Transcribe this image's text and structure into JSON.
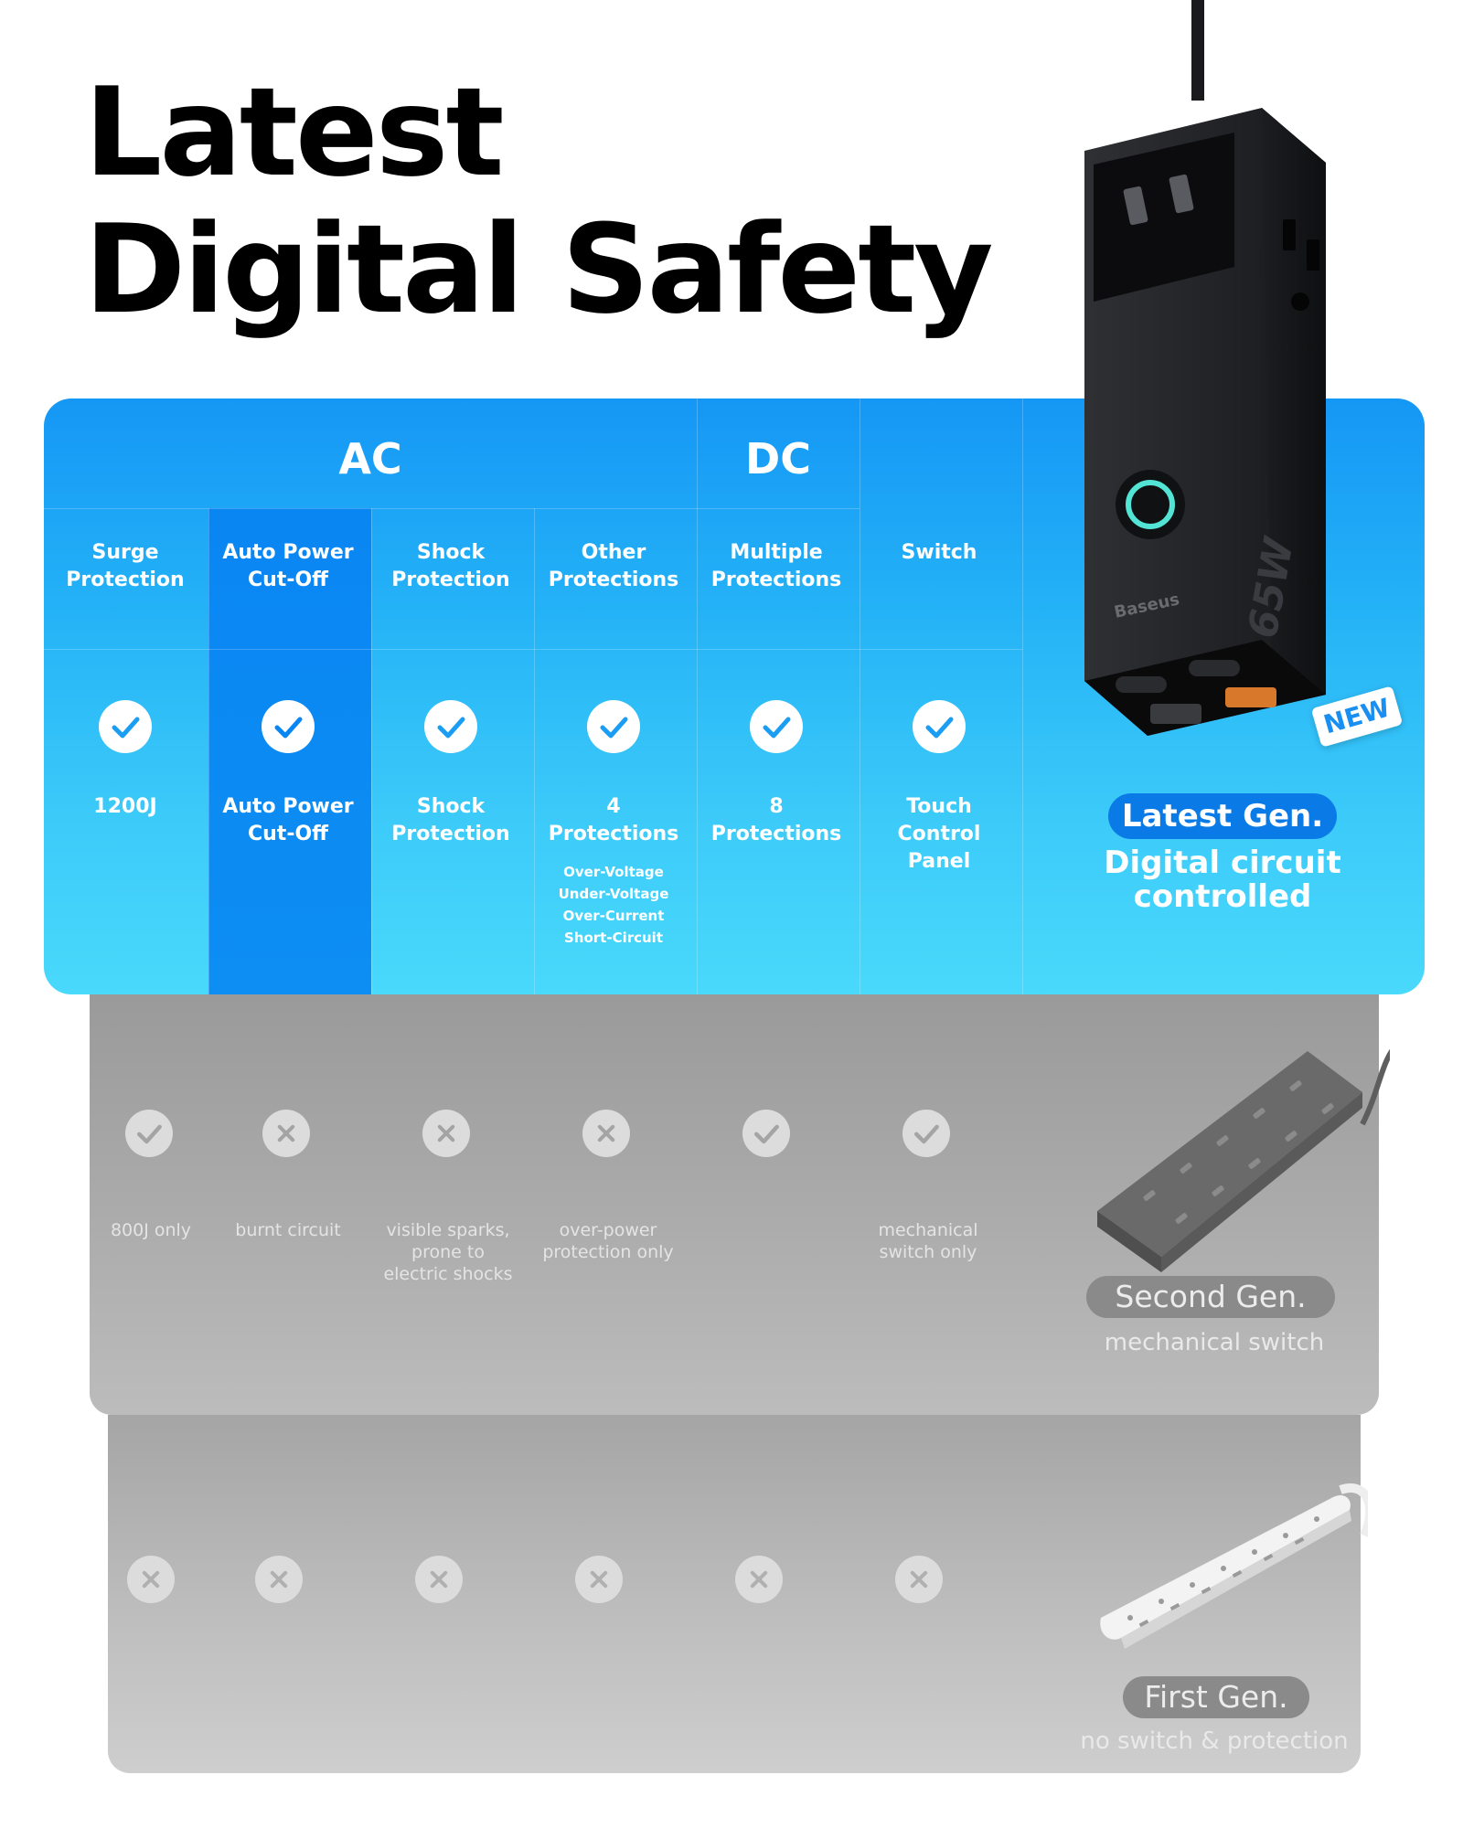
{
  "headline": {
    "line1": "Latest",
    "line2": "Digital Safety"
  },
  "groups": {
    "ac": "AC",
    "dc": "DC"
  },
  "columns": [
    {
      "header": [
        "Surge",
        "Protection"
      ],
      "value": [
        "1200J"
      ]
    },
    {
      "header": [
        "Auto Power",
        "Cut-Off"
      ],
      "value": [
        "Auto Power",
        "Cut-Off"
      ]
    },
    {
      "header": [
        "Shock",
        "Protection"
      ],
      "value": [
        "Shock",
        "Protection"
      ]
    },
    {
      "header": [
        "Other",
        "Protections"
      ],
      "value": [
        "4",
        "Protections"
      ],
      "sub": [
        "Over-Voltage",
        "Under-Voltage",
        "Over-Current",
        "Short-Circuit"
      ]
    },
    {
      "header": [
        "Multiple",
        "Protections"
      ],
      "value": [
        "8",
        "Protections"
      ]
    },
    {
      "header": [
        "Switch"
      ],
      "value": [
        "Touch",
        "Control",
        "Panel"
      ]
    }
  ],
  "latest": {
    "label": "Latest Gen.",
    "desc": [
      "Digital circuit",
      "controlled"
    ],
    "tag": "NEW",
    "product": {
      "brand": "Baseus",
      "wattage": "65W"
    }
  },
  "second": {
    "label": "Second Gen.",
    "desc": "mechanical switch",
    "marks": [
      "check",
      "cross",
      "cross",
      "cross",
      "check",
      "check"
    ],
    "notes": [
      [
        "800J only"
      ],
      [
        "burnt circuit"
      ],
      [
        "visible sparks,",
        "prone to",
        "electric shocks"
      ],
      [
        "over-power",
        "protection only"
      ],
      [],
      [
        "mechanical",
        "switch only"
      ]
    ]
  },
  "first": {
    "label": "First Gen.",
    "desc": "no switch & protection",
    "marks": [
      "cross",
      "cross",
      "cross",
      "cross",
      "cross",
      "cross"
    ]
  },
  "colors": {
    "blue_top": "#1597f5",
    "blue_bottom": "#49d9fb",
    "highlight_column": "#0a86f3",
    "check_blue": "#1a9df3",
    "gray_panel": "#a9a9a9"
  }
}
